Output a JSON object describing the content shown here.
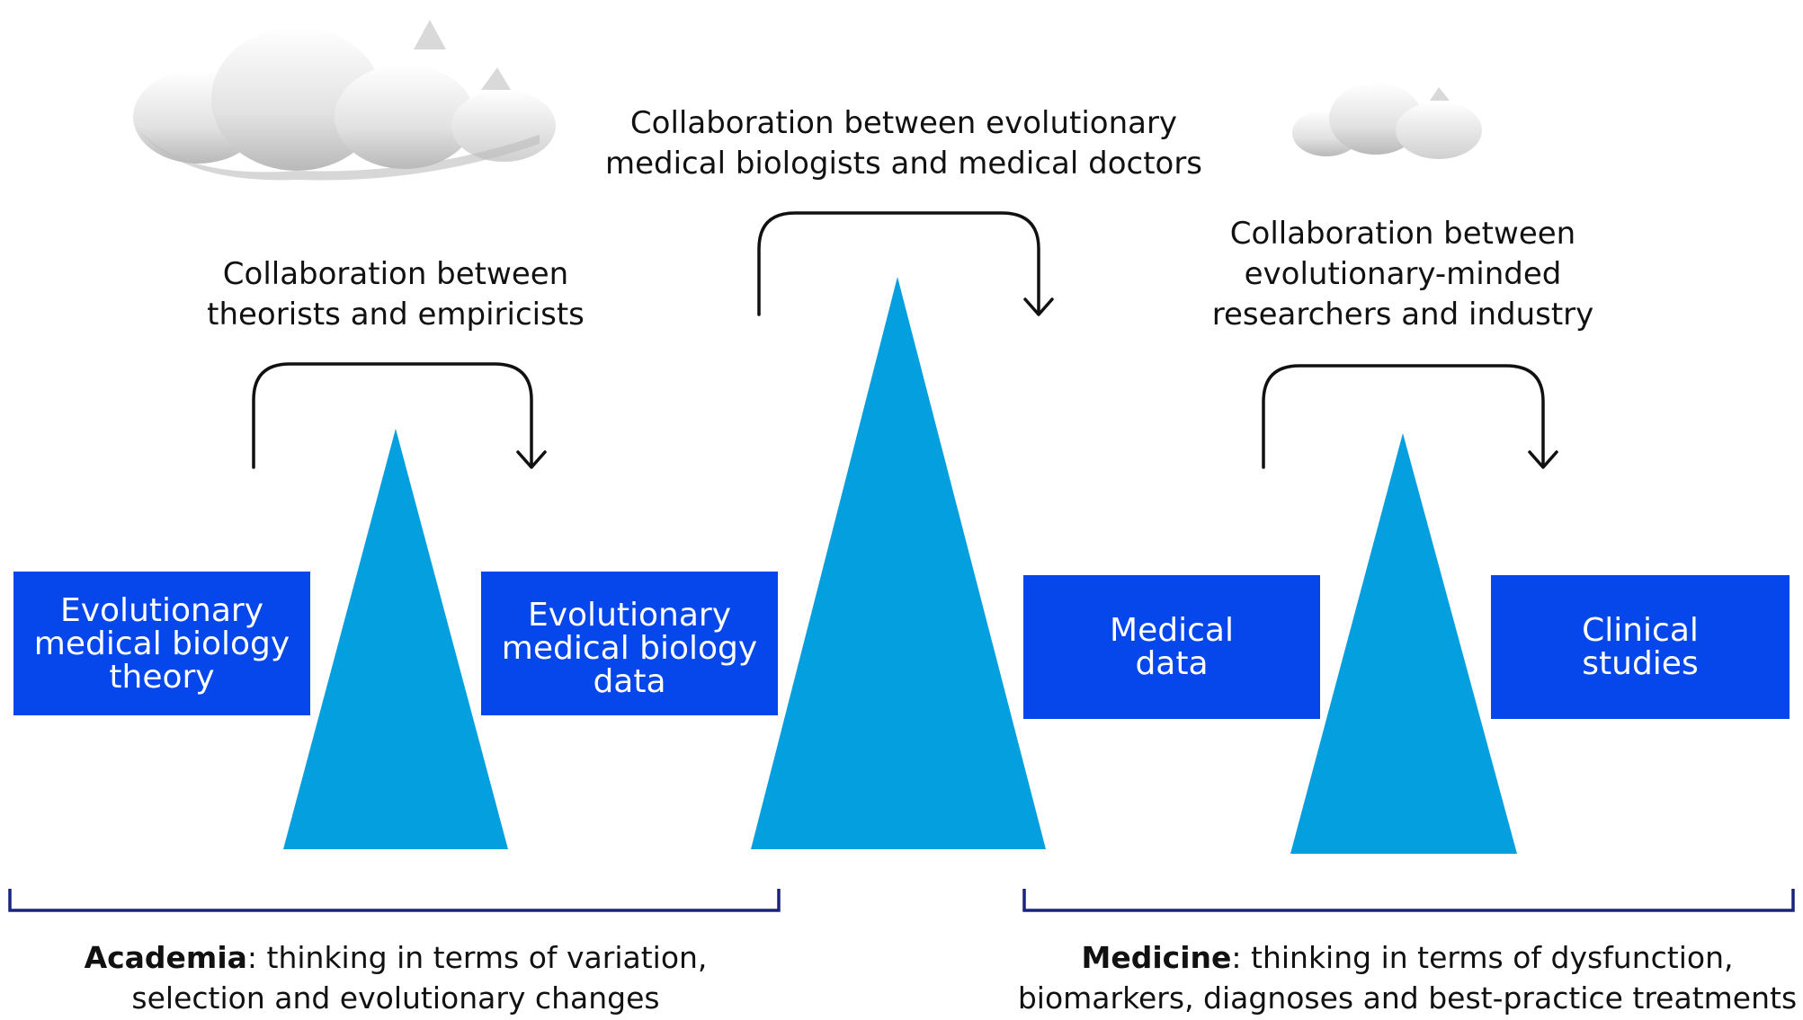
{
  "colors": {
    "box_fill": "#0647EB",
    "triangle_fill": "#039FDF",
    "bracket_color": "#1A237E",
    "arrow_color": "#111111"
  },
  "boxes": {
    "evo_theory": [
      "Evolutionary",
      "medical biology",
      "theory"
    ],
    "evo_data": [
      "Evolutionary",
      "medical biology",
      "data"
    ],
    "medical_data": [
      "Medical",
      "data"
    ],
    "clinical": [
      "Clinical",
      "studies"
    ]
  },
  "captions": {
    "theorists": [
      "Collaboration between",
      "theorists and empiricists"
    ],
    "doctors": [
      "Collaboration between evolutionary",
      "medical biologists and medical doctors"
    ],
    "industry": [
      "Collaboration between",
      "evolutionary-minded",
      "researchers and industry"
    ]
  },
  "legends": {
    "academia": {
      "bold": "Academia",
      "text1": ": thinking in terms of variation,",
      "text2": "selection and evolutionary changes"
    },
    "medicine": {
      "bold": "Medicine",
      "text1": ": thinking in terms of dysfunction,",
      "text2": "biomarkers, diagnoses and best-practice treatments"
    }
  }
}
